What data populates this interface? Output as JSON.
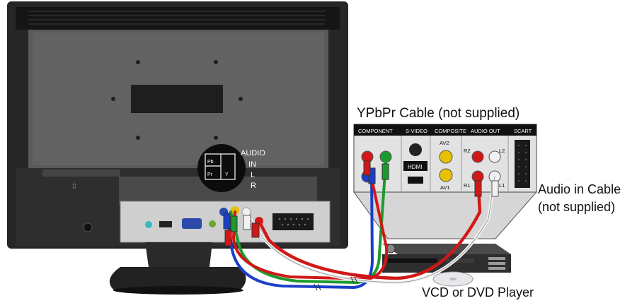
{
  "callouts": {
    "ypbpr_cable": "YPbPr Cable (not supplied)",
    "audio_cable_line1": "Audio in Cable",
    "audio_cable_line2": "(not supplied)",
    "player": "VCD or DVD Player"
  },
  "monitor_badge": {
    "title": "AUDIO",
    "line2": "IN",
    "line3": "L",
    "line4": "R",
    "pb": "Pb",
    "pr": "Pr",
    "y": "Y"
  },
  "inset_panel": {
    "headers": [
      "COMPONENT",
      "S-VIDEO",
      "COMPOSITE",
      "AUDIO OUT",
      "SCART"
    ],
    "hdmi": "HDMI",
    "av2": "AV2",
    "av1": "AV1",
    "r2": "R2",
    "l2": "L2",
    "r1": "R1",
    "l1": "L1"
  },
  "colors": {
    "monitor_body": "#2a2a2a",
    "monitor_screen": "#555555",
    "connector_panel": "#c9c9c9",
    "inset_bg": "#e0e0e0",
    "cable_red": "#d01818",
    "cable_green": "#1d9a2e",
    "cable_blue": "#1b3fc8",
    "cable_white": "#f2f2f2",
    "jack_yellow": "#e8c200"
  }
}
